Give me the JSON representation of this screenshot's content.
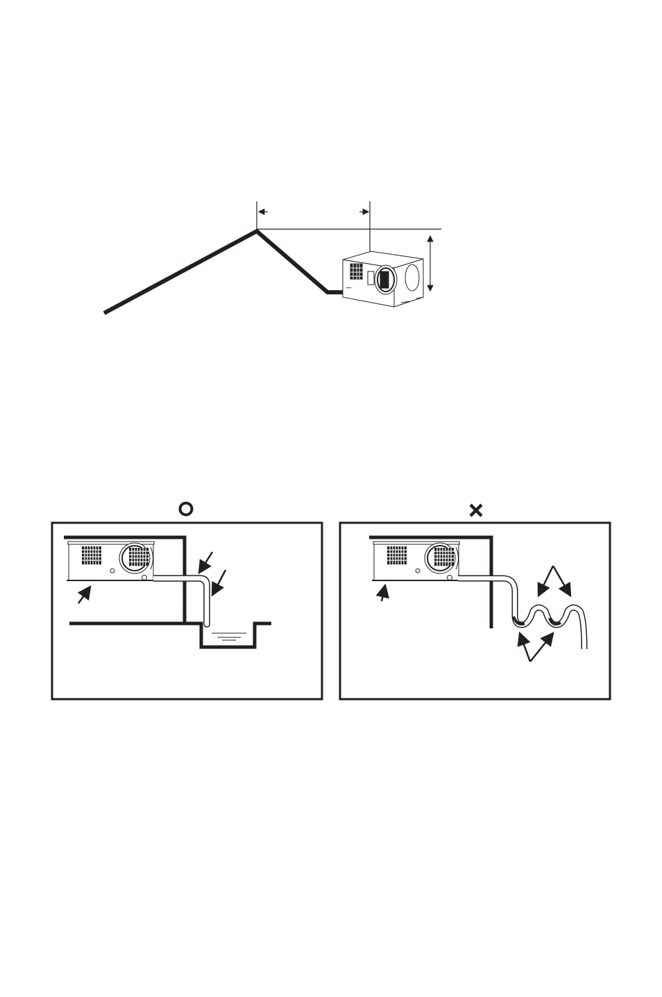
{
  "figures": [
    {
      "id": "roof-slope-installation",
      "icon": "roof-with-unit"
    },
    {
      "id": "correct-drain",
      "mark": "circle-correct-icon"
    },
    {
      "id": "incorrect-drain",
      "mark": "cross-incorrect-icon"
    }
  ],
  "colors": {
    "ink": "#231f20",
    "background": "#ffffff"
  }
}
